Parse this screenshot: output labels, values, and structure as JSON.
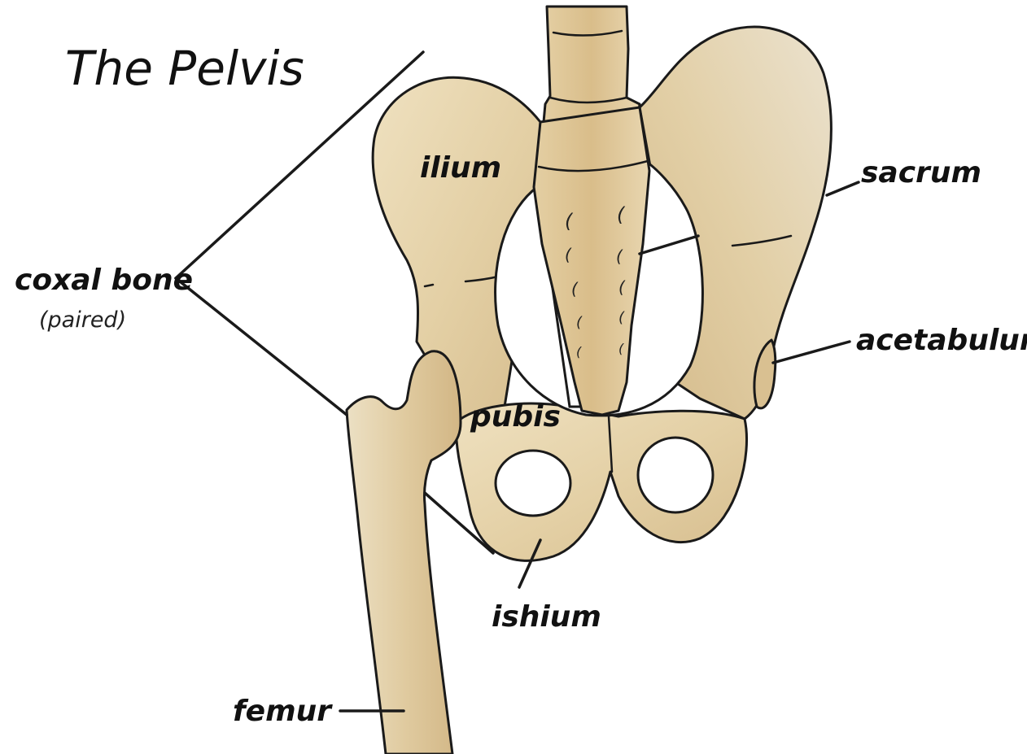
{
  "title": "The Pelvis",
  "colors": {
    "bone": "#e6d4ad",
    "bone_shade": "#d2b988",
    "bone_light": "#efe3c6",
    "outline": "#1a1a1a"
  },
  "labels": {
    "ilium": "ilium",
    "sacrum": "sacrum",
    "coxal_bone": "coxal bone",
    "coxal_note": "(paired)",
    "acetabulum": "acetabulum",
    "pubis": "pubis",
    "ishium": "ishium",
    "femur": "femur"
  }
}
